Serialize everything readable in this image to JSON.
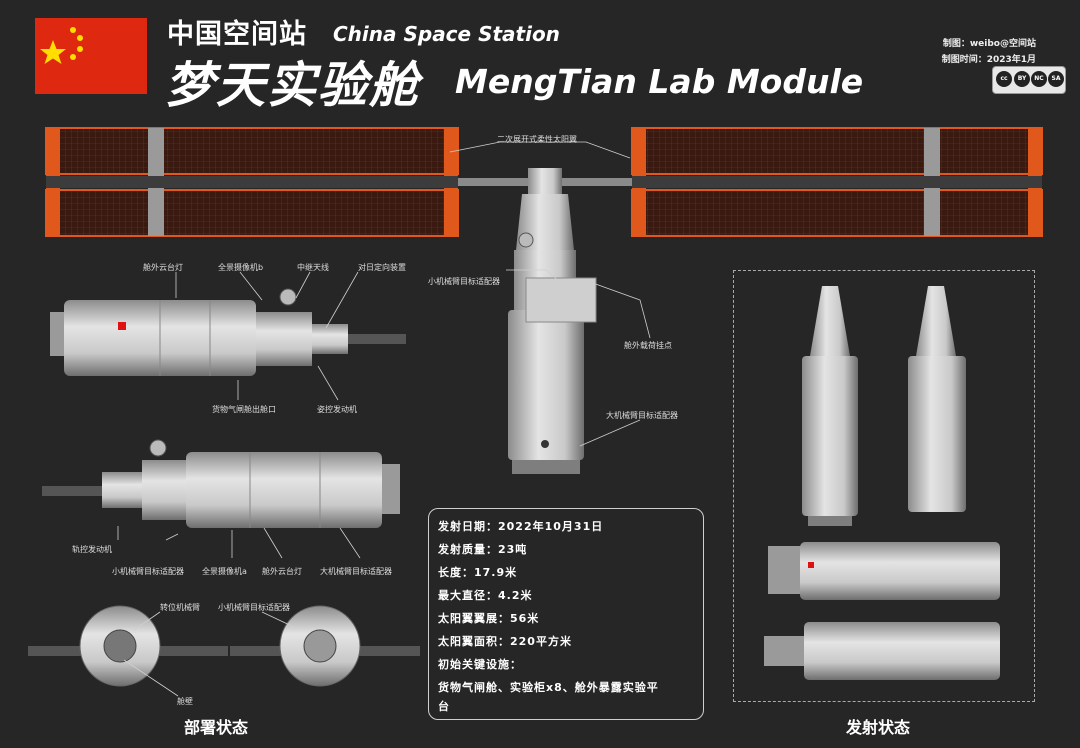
{
  "header": {
    "title_cn_small": "中国空间站",
    "title_en_small": "China Space Station",
    "title_cn_big": "梦天实验舱",
    "title_en_big": "MengTian Lab Module"
  },
  "credits": {
    "maker": "制图：weibo@空间站",
    "date": "制图时间：2023年1月"
  },
  "license": {
    "cc": "cc",
    "by": "BY",
    "nc": "NC",
    "sa": "SA"
  },
  "colors": {
    "flag_red": "#de2910",
    "flag_star": "#ffde00",
    "solar_panel": "#3a1a10",
    "solar_edge": "#e0581c",
    "background": "#262626"
  },
  "labels": {
    "solar_wing": "二次展开式柔性太阳翼",
    "small_arm_target_top": "小机械臂目标适配器",
    "exposed_payload": "舱外载荷挂点",
    "large_arm_target_top": "大机械臂目标适配器",
    "ptz_light_1": "舱外云台灯",
    "panorama_b": "全景摄像机b",
    "relay_antenna": "中继天线",
    "sun_orient": "对日定向装置",
    "cargo_airlock": "货物气闸舱出舱口",
    "attitude_engine": "姿控发动机",
    "orbit_engine": "轨控发动机",
    "small_arm_target_mid": "小机械臂目标适配器",
    "panorama_a": "全景摄像机a",
    "ptz_light_2": "舱外云台灯",
    "large_arm_target_mid": "大机械臂目标适配器",
    "indexing_arm": "转位机械臂",
    "small_arm_target_bottom": "小机械臂目标适配器",
    "hatch": "舱壁"
  },
  "sections": {
    "deployed": "部署状态",
    "launch": "发射状态"
  },
  "specs": [
    "发射日期：2022年10月31日",
    "发射质量：23吨",
    "长度：17.9米",
    "最大直径：4.2米",
    "太阳翼翼展：56米",
    "太阳翼面积：220平方米",
    "初始关键设施：",
    "货物气闸舱、实验柜x8、舱外暴露实验平",
    "台"
  ]
}
